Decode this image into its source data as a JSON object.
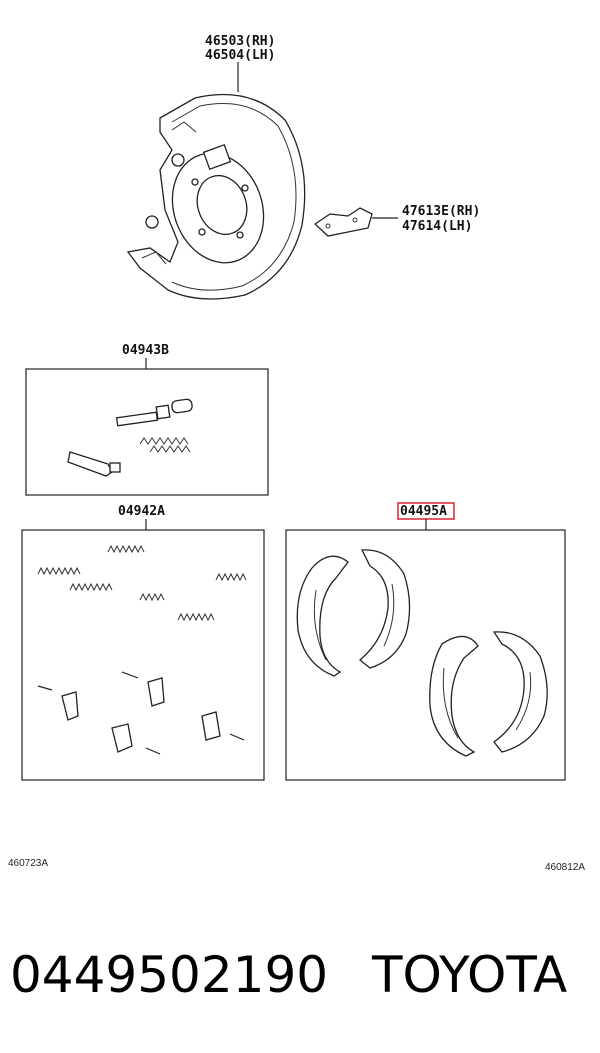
{
  "callouts": {
    "backing_plate_rh": "46503(RH)",
    "backing_plate_lh": "46504(LH)",
    "plate_rh": "47613E(RH)",
    "plate_lh": "47614(LH)",
    "kit_adjusting": "04943B",
    "kit_springs": "04942A",
    "kit_shoes": "04495A"
  },
  "highlight": {
    "part": "04495",
    "color": "#d9232e"
  },
  "footer_codes": {
    "left": "460723A",
    "right": "460812A"
  },
  "footer": {
    "part_number": "0449502190",
    "brand": "TOYOTA"
  }
}
